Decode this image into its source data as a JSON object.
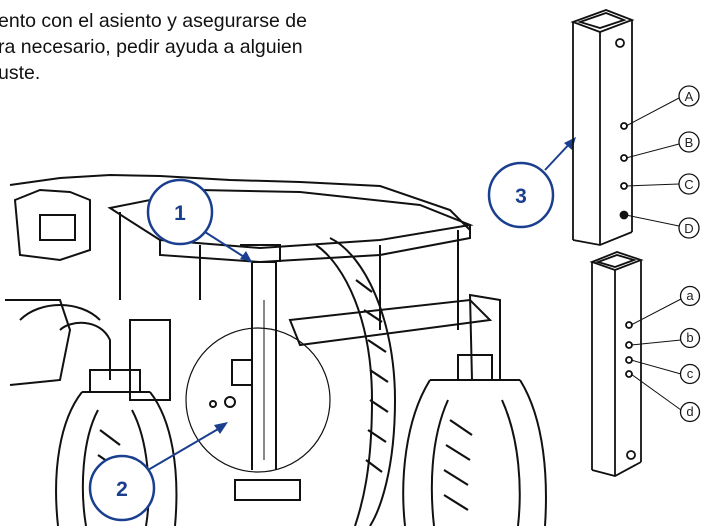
{
  "text_lines": [
    "ento con el asiento y asegurarse de",
    "ra necesario, pedir ayuda a alguien",
    "uste."
  ],
  "callouts": [
    "1",
    "2",
    "3"
  ],
  "hole_labels_upper": [
    "A",
    "B",
    "C",
    "D"
  ],
  "hole_labels_lower": [
    "a",
    "b",
    "c",
    "d"
  ],
  "colors": {
    "callout_blue": "#1a3f8f",
    "line": "#111111"
  }
}
